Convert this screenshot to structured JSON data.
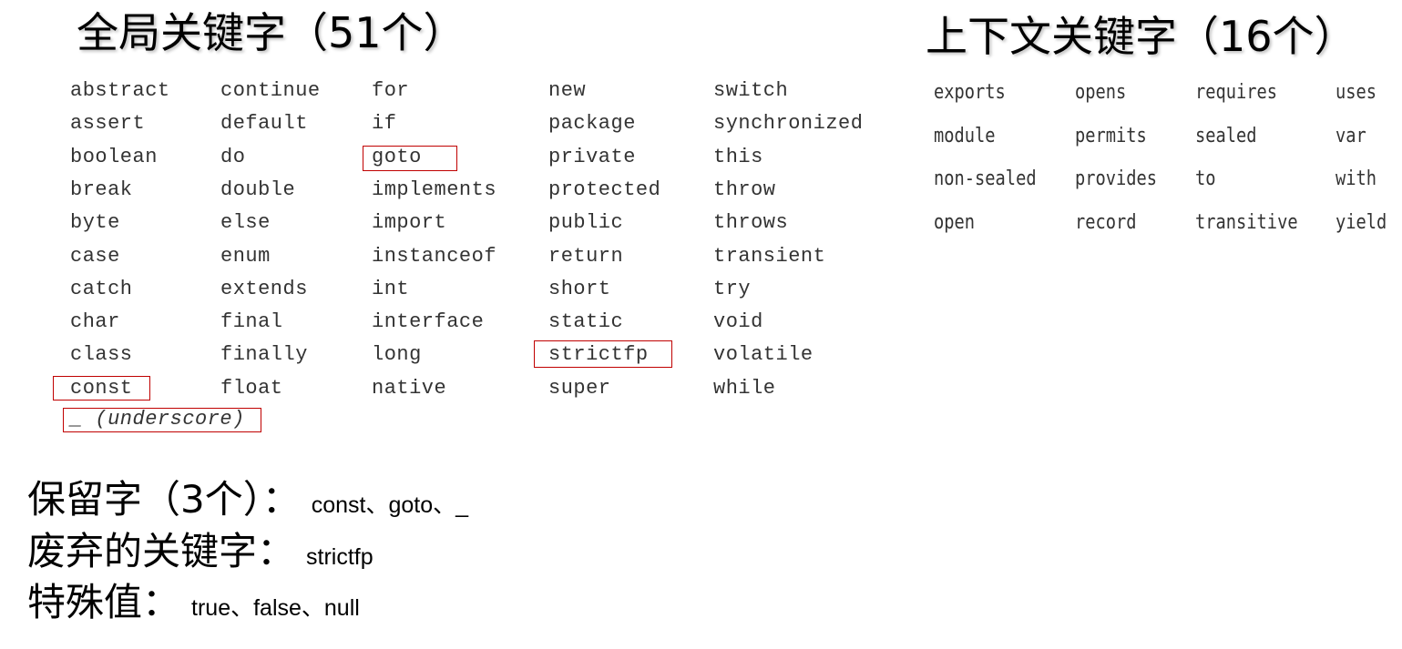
{
  "titles": {
    "global": "全局关键字（51个）",
    "context": "上下文关键字（16个）"
  },
  "global_keywords": {
    "columns": [
      [
        "abstract",
        "assert",
        "boolean",
        "break",
        "byte",
        "case",
        "catch",
        "char",
        "class",
        "const"
      ],
      [
        "continue",
        "default",
        "do",
        "double",
        "else",
        "enum",
        "extends",
        "final",
        "finally",
        "float"
      ],
      [
        "for",
        "if",
        "goto",
        "implements",
        "import",
        "instanceof",
        "int",
        "interface",
        "long",
        "native"
      ],
      [
        "new",
        "package",
        "private",
        "protected",
        "public",
        "return",
        "short",
        "static",
        "strictfp",
        "super"
      ],
      [
        "switch",
        "synchronized",
        "this",
        "throw",
        "throws",
        "transient",
        "try",
        "void",
        "volatile",
        "while"
      ]
    ],
    "extra": "_ (underscore)",
    "highlighted": [
      "goto",
      "const",
      "strictfp",
      "_ (underscore)"
    ]
  },
  "context_keywords": {
    "columns": [
      [
        "exports",
        "module",
        "non-sealed",
        "open"
      ],
      [
        "opens",
        "permits",
        "provides",
        "record"
      ],
      [
        "requires",
        "sealed",
        "to",
        "transitive"
      ],
      [
        "uses",
        "var",
        "with",
        "yield"
      ]
    ]
  },
  "summary": {
    "reserved_label": "保留字（3个）：",
    "reserved_value": "const、goto、_",
    "deprecated_label": "废弃的关键字：",
    "deprecated_value": "strictfp",
    "special_label": "特殊值：",
    "special_value": "true、false、null"
  },
  "colors": {
    "highlight_border": "#c00000",
    "keyword_text": "#333333"
  }
}
